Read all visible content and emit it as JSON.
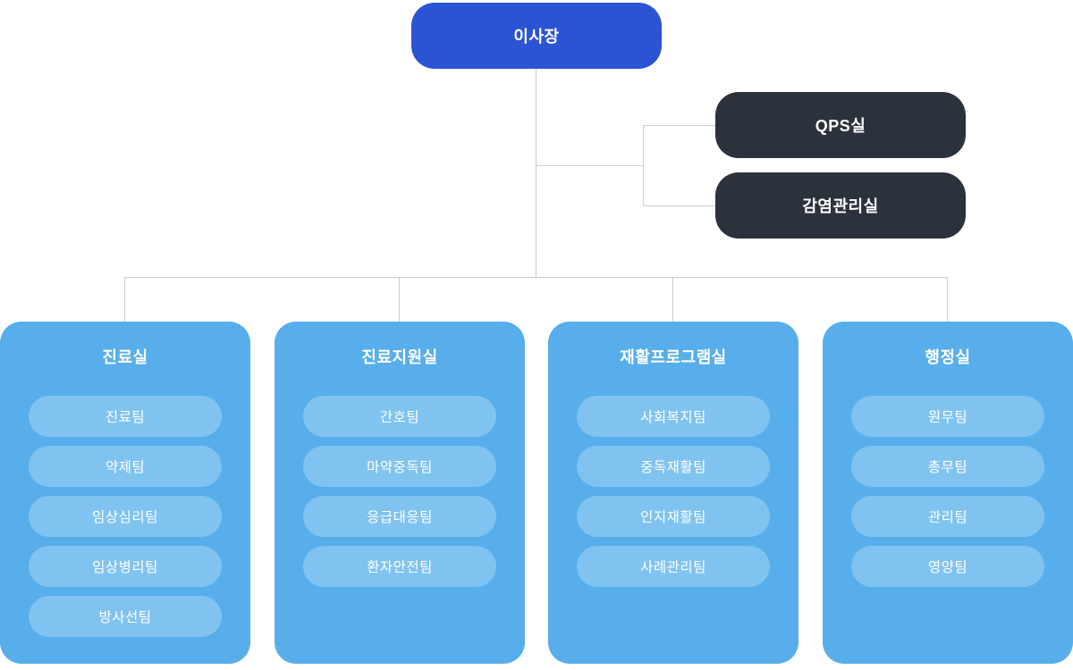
{
  "colors": {
    "chairman-bg": "#2a54d4",
    "staff-bg": "#2b323c",
    "dept-bg": "#57aeea",
    "team-bg": "#80c3f0",
    "connector": "#cccccc",
    "text": "#ffffff"
  },
  "org": {
    "chairman": {
      "label": "이사장"
    },
    "staff": [
      {
        "label": "QPS실"
      },
      {
        "label": "감염관리실"
      }
    ],
    "departments": [
      {
        "label": "진료실",
        "teams": [
          "진료팀",
          "약제팀",
          "임상심리팀",
          "임상병리팀",
          "방사선팀"
        ]
      },
      {
        "label": "진료지원실",
        "teams": [
          "간호팀",
          "마약중독팀",
          "응급대응팀",
          "환자안전팀"
        ]
      },
      {
        "label": "재활프로그램실",
        "teams": [
          "사회복지팀",
          "중독재활팀",
          "인지재활팀",
          "사례관리팀"
        ]
      },
      {
        "label": "행정실",
        "teams": [
          "원무팀",
          "총무팀",
          "관리팀",
          "영양팀"
        ]
      }
    ]
  }
}
